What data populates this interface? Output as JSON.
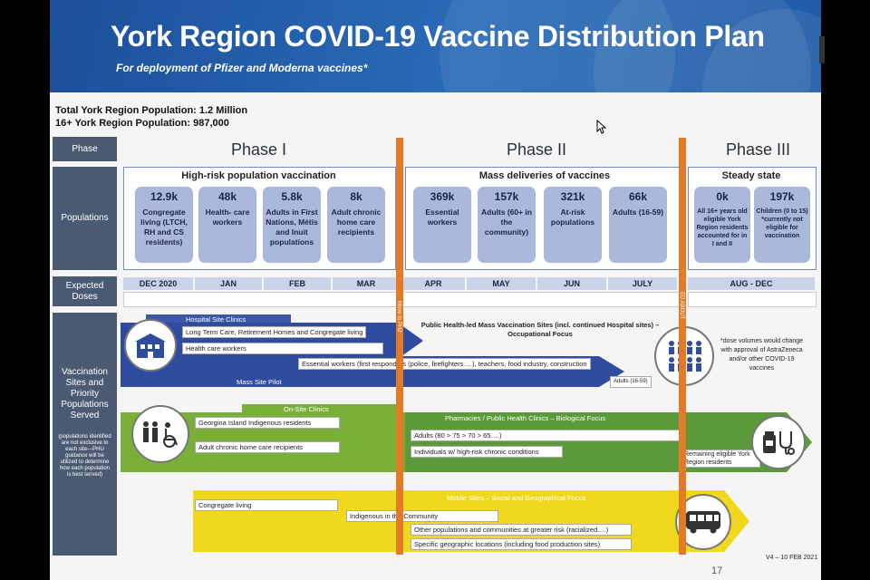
{
  "slide": {
    "title": "York Region COVID-19 Vaccine Distribution Plan",
    "subtitle": "For deployment of Pfizer and Moderna vaccines*",
    "population_total": "Total York Region Population: 1.2 Million",
    "population_16plus": "16+ York Region Population: 987,000",
    "version": "V4 – 10 FEB 2021",
    "page_number": "17"
  },
  "rows": {
    "phase": "Phase",
    "populations": "Populations",
    "expected_doses": "Expected Doses",
    "vaccination_sites": "Vaccination Sites and Priority Populations Served",
    "vaccination_note": "(populations identified are not exclusive to each site—PHU guidance will be utilized to determine how each population is best served)"
  },
  "phases": [
    {
      "label": "Phase I",
      "group": "High-risk population vaccination"
    },
    {
      "label": "Phase II",
      "group": "Mass deliveries of vaccines"
    },
    {
      "label": "Phase III",
      "group": "Steady state"
    }
  ],
  "populations": [
    {
      "num": "12.9k",
      "desc": "Congregate living (LTCH, RH and CS residents)"
    },
    {
      "num": "48k",
      "desc": "Health- care workers"
    },
    {
      "num": "5.8k",
      "desc": "Adults in First Nations, Métis and Inuit populations"
    },
    {
      "num": "8k",
      "desc": "Adult chronic home care recipients"
    },
    {
      "num": "369k",
      "desc": "Essential workers"
    },
    {
      "num": "157k",
      "desc": "Adults (60+ in the community)"
    },
    {
      "num": "321k",
      "desc": "At-risk populations"
    },
    {
      "num": "66k",
      "desc": "Adults (16-59)"
    },
    {
      "num": "0k",
      "desc": "All 16+ years old eligible York Region residents accounted for in I and II"
    },
    {
      "num": "197k",
      "desc": "Children (0 to 15) *currently not eligible for vaccination"
    }
  ],
  "months": [
    "DEC 2020",
    "JAN",
    "FEB",
    "MAR",
    "APR",
    "MAY",
    "JUN",
    "JULY",
    "AUG - DEC"
  ],
  "separators": [
    "Move to PH2",
    "ED ABOUT"
  ],
  "hospital": {
    "title": "Hospital Site Clinics",
    "items": [
      "Long Term Care, Retirement Homes and Congregate living",
      "Health care workers"
    ],
    "essential": "Essential workers (first responders (police, firefighters….), teachers, food industry, construction",
    "pilot": "Mass Site Pilot",
    "mass_title": "Public Health-led Mass Vaccination Sites (incl. continued Hospital sites) – Occupational Focus",
    "adults": "Adults (16-59)",
    "dose_note": "*dose volumes would change with approval of AstraZeneca and/or other COVID-19 vaccines"
  },
  "onsite": {
    "title": "On-Site Clinics",
    "items": [
      "Georgina Island Indigenous residents",
      "Adult chronic home care recipients"
    ],
    "pharm_title": "Pharmacies / Public Health Clinics – Biological Focus",
    "pharm_items": [
      "Adults (80 > 75 > 70 > 65….)",
      "Individuals w/ high-risk chronic conditions"
    ],
    "remaining": "Remaining eligible York Region residents"
  },
  "mobile": {
    "title": "Mobile Sites – Social and Geographical Focus",
    "items": [
      "Congregate living",
      "Indigenous in the Community",
      "Other populations and communities at greater risk (racialized….)",
      "Specific geographic locations (including food production sites)"
    ]
  }
}
